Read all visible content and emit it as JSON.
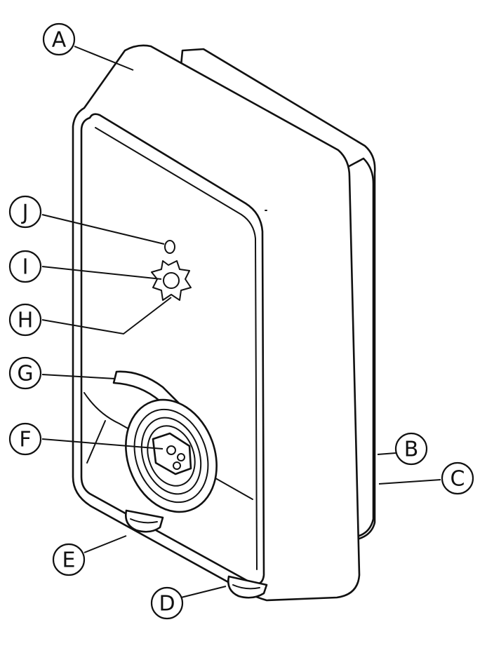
{
  "diagram": {
    "callouts": [
      {
        "id": "A",
        "label": "A"
      },
      {
        "id": "B",
        "label": "B"
      },
      {
        "id": "C",
        "label": "C"
      },
      {
        "id": "D",
        "label": "D"
      },
      {
        "id": "E",
        "label": "E"
      },
      {
        "id": "F",
        "label": "F"
      },
      {
        "id": "G",
        "label": "G"
      },
      {
        "id": "H",
        "label": "H"
      },
      {
        "id": "I",
        "label": "I"
      },
      {
        "id": "J",
        "label": "J"
      }
    ],
    "colors": {
      "line": "#111111",
      "fill": "#ffffff"
    }
  }
}
